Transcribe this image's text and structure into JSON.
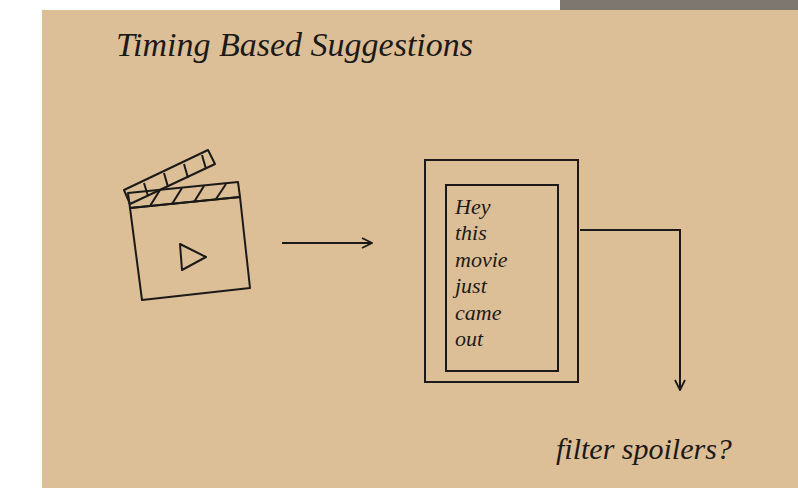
{
  "diagram": {
    "title": "Timing Based Suggestions",
    "nodes": [
      {
        "text": [
          "Hey this movie just came out"
        ]
      }
    ],
    "labels": [
      "filter spoilers?"
    ]
  }
}
